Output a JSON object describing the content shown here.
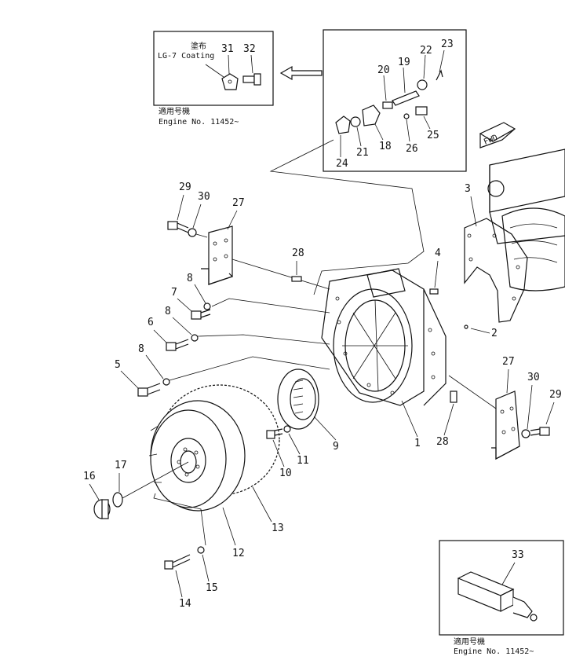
{
  "inset_top_left": {
    "coating_label_jp": "塗布",
    "coating_label": "LG-7  Coating",
    "engine_label_jp": "適用号機",
    "engine_label": "Engine  No. 11452~"
  },
  "inset_bottom_right": {
    "engine_label_jp": "適用号機",
    "engine_label": "Engine  No. 11452~"
  },
  "fwd_label": "FWD",
  "callouts": [
    "1",
    "2",
    "3",
    "4",
    "5",
    "6",
    "7",
    "8",
    "8",
    "8",
    "9",
    "10",
    "11",
    "12",
    "13",
    "14",
    "15",
    "16",
    "17",
    "18",
    "19",
    "20",
    "21",
    "22",
    "23",
    "24",
    "25",
    "26",
    "27",
    "27",
    "28",
    "28",
    "29",
    "29",
    "30",
    "30",
    "31",
    "32",
    "33"
  ]
}
